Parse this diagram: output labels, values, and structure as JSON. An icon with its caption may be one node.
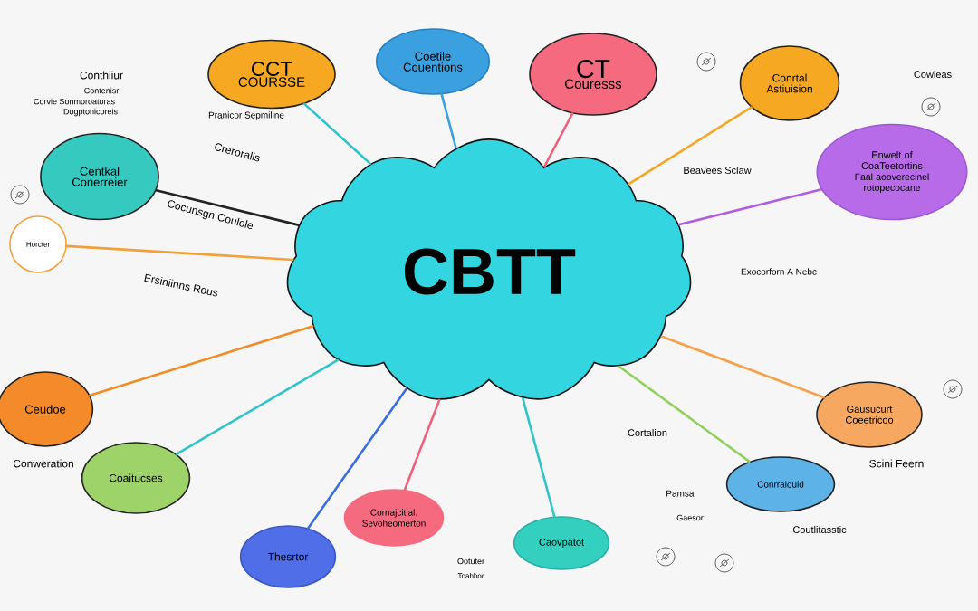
{
  "diagram": {
    "nodes": [
      {
        "text": [
          "CBTT"
        ]
      },
      {
        "text": [
          "CCT",
          "COURSSE"
        ]
      },
      {
        "text": [
          "Coetile Couentions"
        ]
      },
      {
        "text": [
          "CT",
          "Couresss"
        ]
      },
      {
        "text": [
          "Conrtal Astiuision"
        ]
      },
      {
        "text": [
          "Enwelt of CoaTeetortins",
          "Faal aooverecinel rotopecocane"
        ]
      },
      {
        "text": [
          "Centkal Conerreier"
        ]
      },
      {
        "text": [
          "Ceudoe"
        ]
      },
      {
        "text": [
          "Coaitucses"
        ]
      },
      {
        "text": [
          "Thesrtor"
        ]
      },
      {
        "text": [
          "Cornajcitial. Sevoheomerton"
        ]
      },
      {
        "text": [
          "Caovpatot"
        ]
      },
      {
        "text": [
          "Conrralouid"
        ]
      },
      {
        "text": [
          "Gausucurt Coeetricoo"
        ]
      },
      {
        "text": [
          "Horcter"
        ]
      }
    ],
    "edges": [
      {
        "from": 0,
        "to": 1,
        "arrow": "none",
        "color": "#2ec4c8"
      },
      {
        "from": 0,
        "to": 2,
        "arrow": "none",
        "color": "#3aa0e0"
      },
      {
        "from": 0,
        "to": 3,
        "arrow": "none",
        "color": "#f0607a"
      },
      {
        "from": 0,
        "to": 4,
        "arrow": "none",
        "color": "#f5a623"
      },
      {
        "from": 0,
        "to": 5,
        "arrow": "none",
        "color": "#b05ee0"
      },
      {
        "from": 0,
        "to": 6,
        "arrow": "none",
        "color": "#222222"
      },
      {
        "from": 0,
        "to": 7,
        "arrow": "none",
        "color": "#f28c28"
      },
      {
        "from": 0,
        "to": 8,
        "arrow": "none",
        "color": "#2ec4c8"
      },
      {
        "from": 0,
        "to": 9,
        "arrow": "none",
        "color": "#3a6ee0"
      },
      {
        "from": 0,
        "to": 10,
        "arrow": "none",
        "color": "#f0607a"
      },
      {
        "from": 0,
        "to": 11,
        "arrow": "none",
        "color": "#2ec4c8"
      },
      {
        "from": 0,
        "to": 12,
        "arrow": "none",
        "color": "#8fcf5a"
      },
      {
        "from": 0,
        "to": 13,
        "arrow": "none",
        "color": "#f5a04a"
      },
      {
        "from": 0,
        "to": 14,
        "arrow": "none",
        "color": "#f2a03a"
      }
    ],
    "labels": [
      "Conthiiur",
      "Contenisr",
      "Corvie Sonmoroatoras",
      "Dogptonicoreis",
      "Pranicor Sepmiline",
      "Creroralis",
      "Cocunsgn Coulole",
      "Ersiniinns Rous",
      "Conweration",
      "Beavees Sclaw",
      "Cowieas",
      "Exocorforn A Nebc",
      "Cortalion",
      "Pamsai",
      "Gaesor",
      "Coutlitasstic",
      "Scini Feern",
      "Ootuter",
      "Toabbor"
    ]
  }
}
